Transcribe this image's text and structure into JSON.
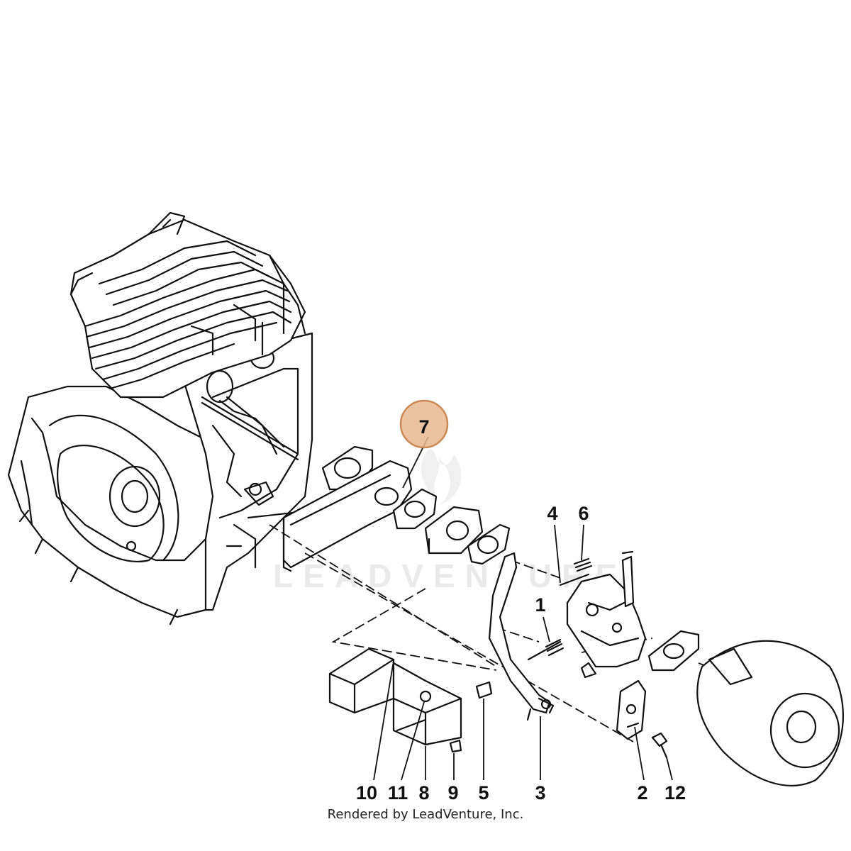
{
  "diagram": {
    "callouts": [
      "10",
      "11",
      "8",
      "9",
      "5",
      "3",
      "2",
      "12",
      "1",
      "4",
      "6"
    ],
    "highlighted_callout": "7",
    "watermark_text": "LEADVENTURE",
    "highlight_color": "#e9b98f",
    "highlight_stroke": "#c98a55",
    "credit": "Rendered by LeadVenture, Inc."
  }
}
